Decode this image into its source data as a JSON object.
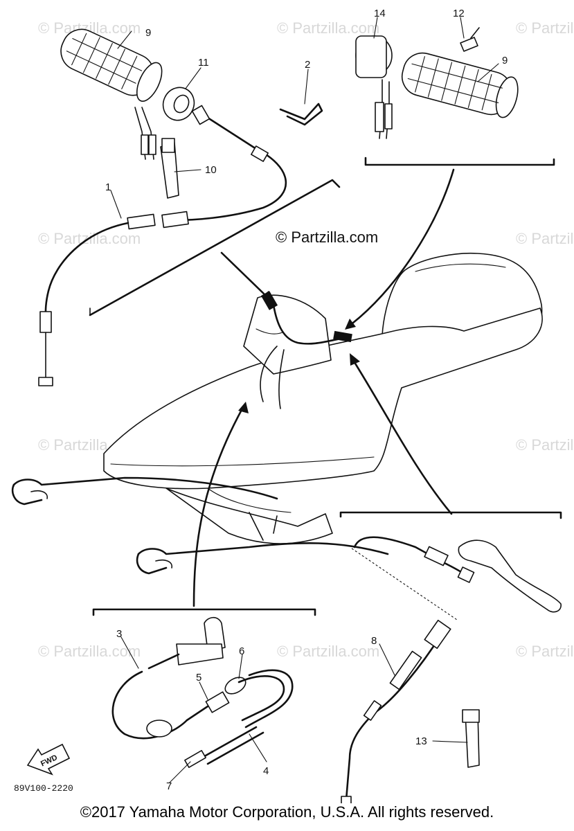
{
  "watermarks": {
    "text": "© Partzilla.com",
    "center_text": "© Partzilla.com"
  },
  "callouts": {
    "c1": "1",
    "c2": "2",
    "c3": "3",
    "c4": "4",
    "c5": "5",
    "c6": "6",
    "c7": "7",
    "c8": "8",
    "c9a": "9",
    "c9b": "9",
    "c10": "10",
    "c11": "11",
    "c12": "12",
    "c13": "13",
    "c14": "14"
  },
  "direction_badge": "FWD",
  "diagram_code": "89V100-2220",
  "footer": "©2017 Yamaha Motor Corporation, U.S.A. All rights reserved."
}
